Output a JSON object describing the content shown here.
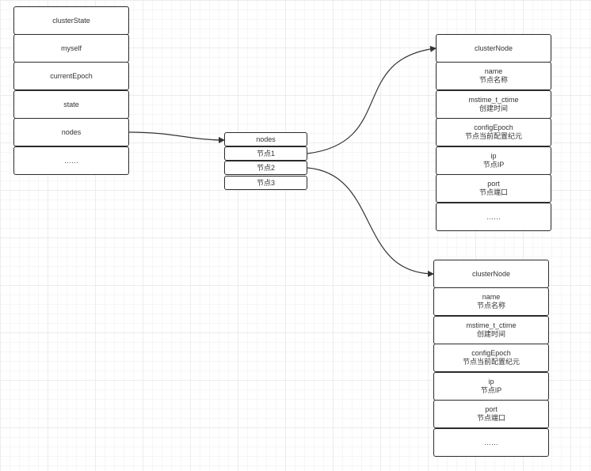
{
  "cluster_state": {
    "fields": [
      "clusterState",
      "myself",
      "currentEpoch",
      "state",
      "nodes",
      "……"
    ]
  },
  "nodes_array": {
    "cells": [
      "nodes",
      "节点1",
      "节点2",
      "节点3"
    ]
  },
  "cluster_nodes": [
    {
      "fields": [
        {
          "name": "clusterNode",
          "desc": ""
        },
        {
          "name": "name",
          "desc": "节点名称"
        },
        {
          "name": "mstime_t_ctime",
          "desc": "创建时间"
        },
        {
          "name": "configEpoch",
          "desc": "节点当前配置纪元"
        },
        {
          "name": "ip",
          "desc": "节点IP"
        },
        {
          "name": "port",
          "desc": "节点端口"
        },
        {
          "name": "……",
          "desc": ""
        }
      ]
    },
    {
      "fields": [
        {
          "name": "clusterNode",
          "desc": ""
        },
        {
          "name": "name",
          "desc": "节点名称"
        },
        {
          "name": "mstime_t_ctime",
          "desc": "创建时间"
        },
        {
          "name": "configEpoch",
          "desc": "节点当前配置纪元"
        },
        {
          "name": "ip",
          "desc": "节点IP"
        },
        {
          "name": "port",
          "desc": "节点端口"
        },
        {
          "name": "……",
          "desc": ""
        }
      ]
    }
  ],
  "colors": {
    "border": "#2b2b2b",
    "arrow": "#333333",
    "cell_fill": "#ffffff"
  }
}
